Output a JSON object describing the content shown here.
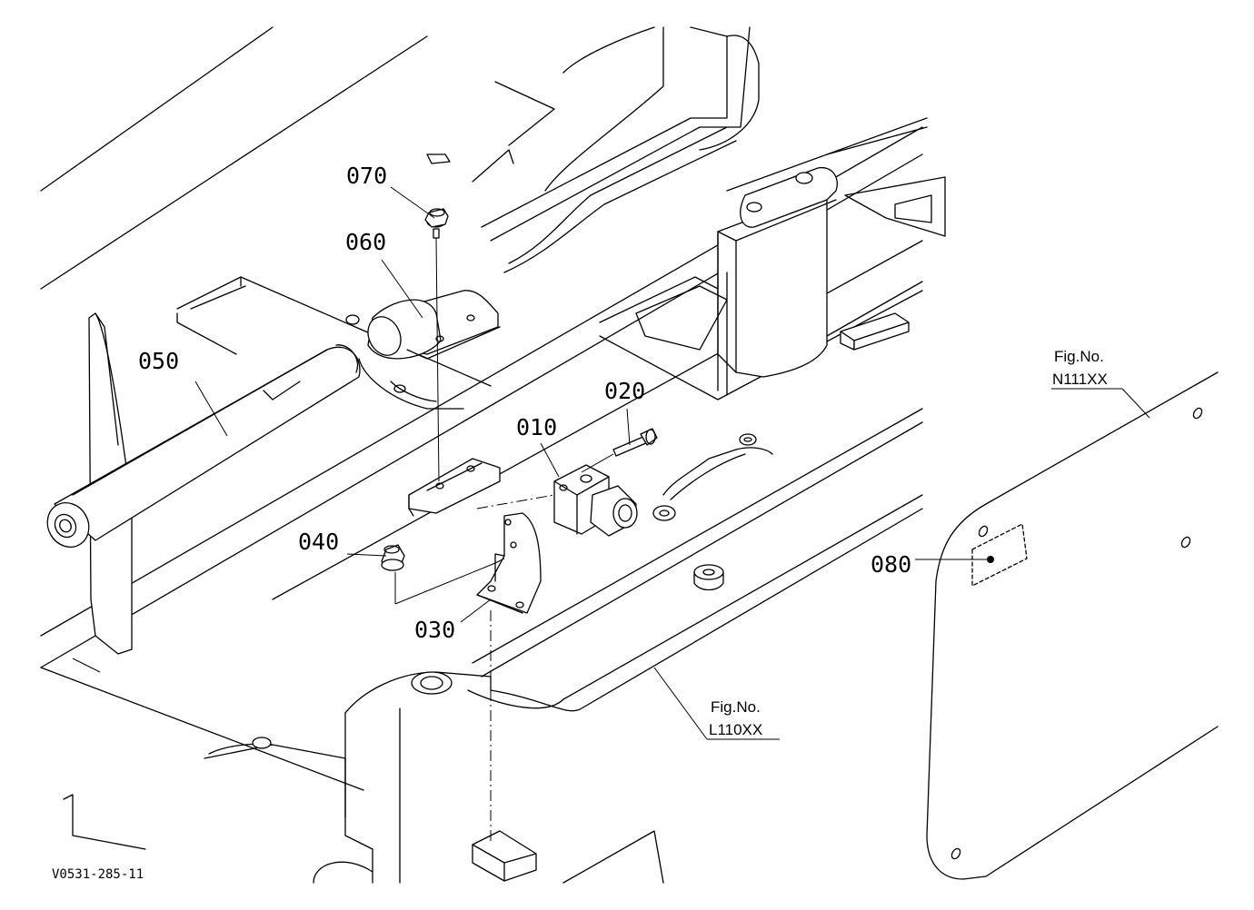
{
  "callouts": {
    "p010": "010",
    "p020": "020",
    "p030": "030",
    "p040": "040",
    "p050": "050",
    "p060": "060",
    "p070": "070",
    "p080": "080"
  },
  "figure_refs": {
    "n111": {
      "label": "Fig.No.",
      "code": "N111XX"
    },
    "l110": {
      "label": "Fig.No.",
      "code": "L110XX"
    }
  },
  "drawing_code": "V0531-285-11"
}
